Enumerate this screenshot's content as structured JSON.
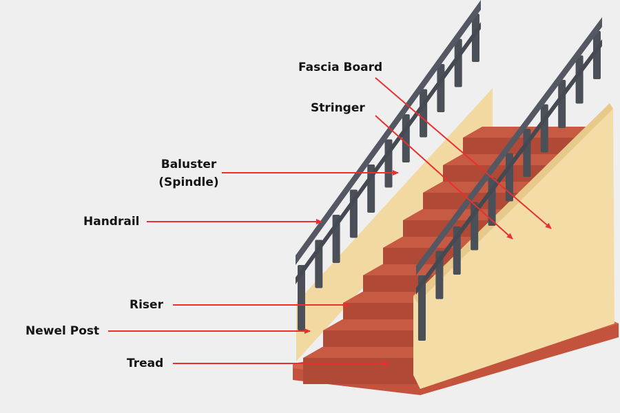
{
  "diagram": {
    "labels": {
      "fascia_board": "Fascia Board",
      "stringer": "Stringer",
      "baluster_line1": "Baluster",
      "baluster_line2": "(Spindle)",
      "handrail": "Handrail",
      "riser": "Riser",
      "newel_post": "Newel Post",
      "tread": "Tread"
    },
    "colors": {
      "background": "#efefef",
      "arrow": "#e8302f",
      "tread": "#c65a43",
      "riser": "#b04a36",
      "wall": "#f2d9a2",
      "railing": "#4a4f58"
    }
  }
}
